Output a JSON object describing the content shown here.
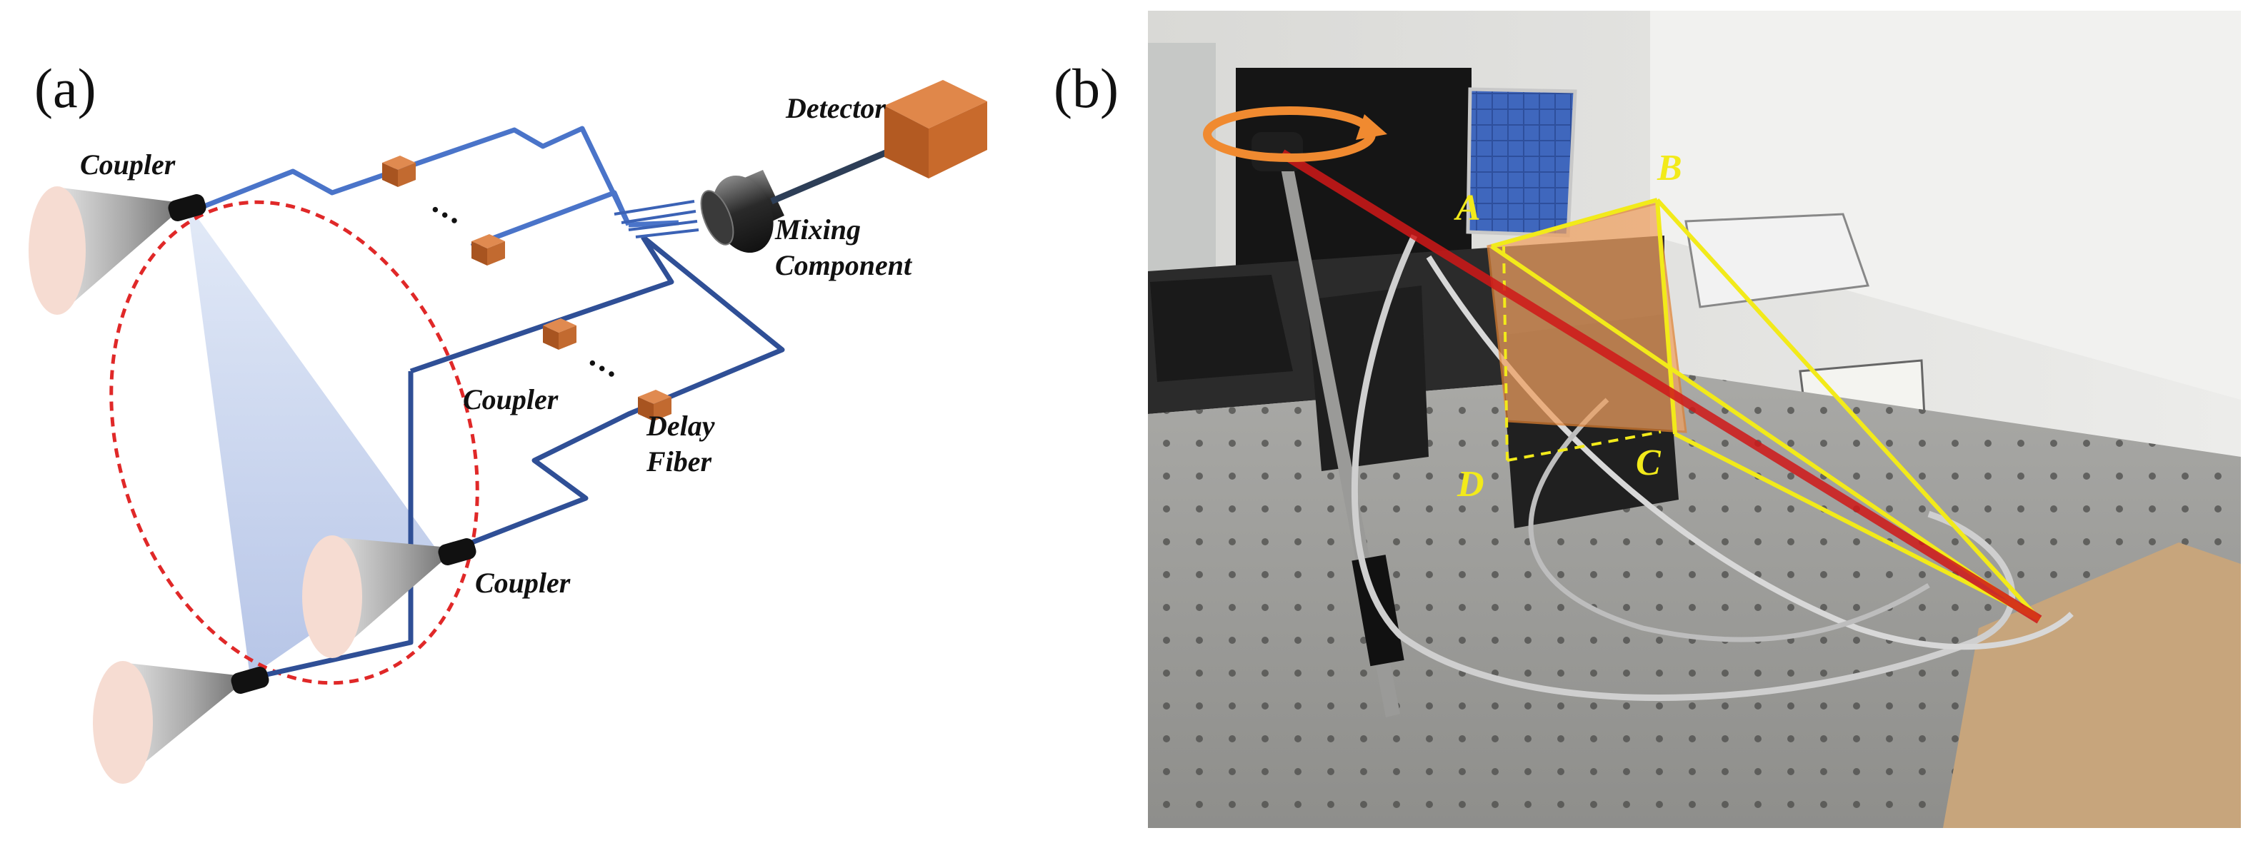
{
  "figure": {
    "panel_a": {
      "letter": "(a)",
      "labels": {
        "coupler_top": "Coupler",
        "coupler_middle": "Coupler",
        "coupler_right": "Coupler",
        "detector": "Detector",
        "mixing_line1": "Mixing",
        "mixing_line2": "Component",
        "delay_line1": "Delay",
        "delay_line2": "Fiber",
        "ellipsis_upper": "···",
        "ellipsis_lower": "···"
      },
      "colors": {
        "fiber": "#4a74c9",
        "fiber_dark": "#2f4f96",
        "delay_box": "#c8743a",
        "detector": "#c86a2c",
        "circle": "#e02828",
        "beam": "#c9d6ef"
      }
    },
    "panel_b": {
      "letter": "(b)",
      "points": {
        "a": "A",
        "b": "B",
        "c": "C",
        "d": "D"
      },
      "colors": {
        "triangle": "#f2ea1a",
        "laser": "#d01818",
        "rotation_arrow": "#f08a30",
        "target_plane": "#f0a060"
      }
    }
  }
}
